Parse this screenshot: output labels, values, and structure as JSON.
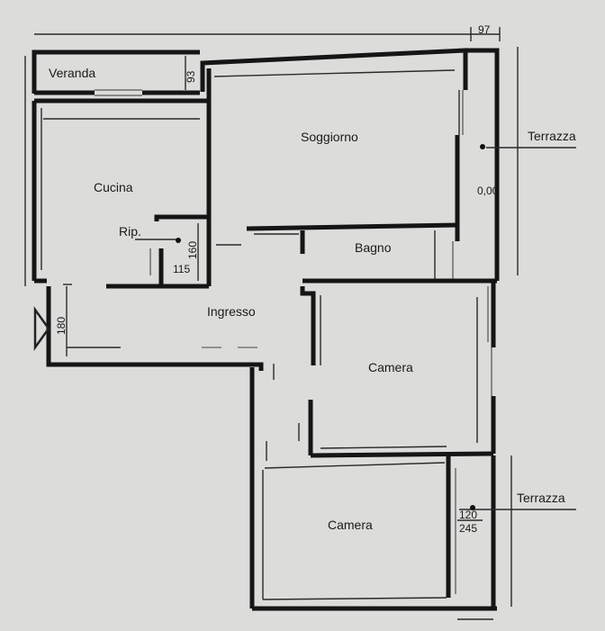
{
  "rooms": {
    "veranda": "Veranda",
    "soggiorno": "Soggiorno",
    "cucina": "Cucina",
    "rip": "Rip.",
    "bagno": "Bagno",
    "ingresso": "Ingresso",
    "camera_1": "Camera",
    "camera_2": "Camera",
    "terrazza_1": "Terrazza",
    "terrazza_2": "Terrazza"
  },
  "dimensions": {
    "veranda_depth": "93",
    "top_right": "97",
    "level": "0,00",
    "rip_height": "160",
    "rip_width": "115",
    "ingresso_width": "180",
    "terrace_upper": "120",
    "terrace_lower": "245"
  }
}
